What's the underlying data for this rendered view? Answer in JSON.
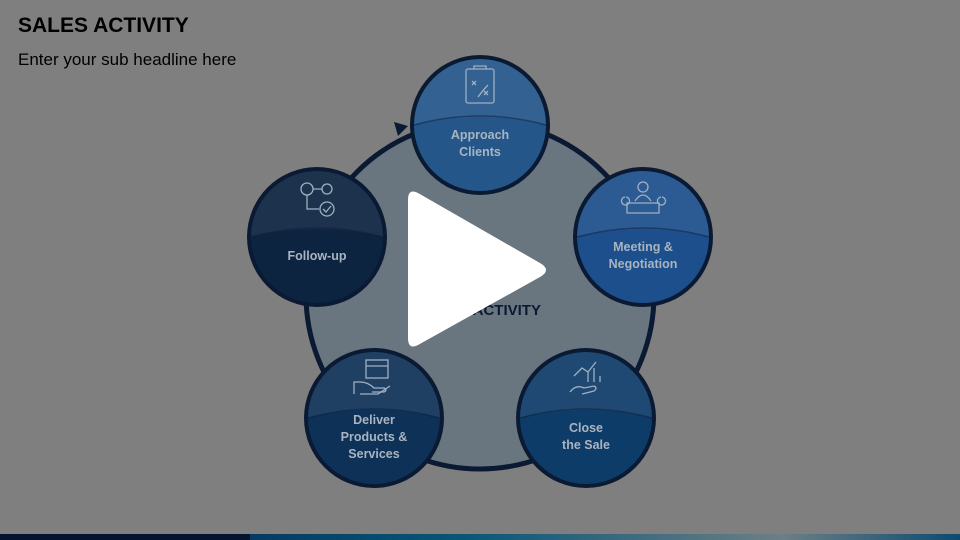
{
  "title": "SALES ACTIVITY",
  "subtitle": "Enter your sub headline here",
  "center_label": "SALES ACTIVITY",
  "steps": [
    {
      "label": [
        "Approach",
        "Clients"
      ],
      "icon": "clipboard-strategy-icon",
      "color": "#24568a"
    },
    {
      "label": [
        "Meeting &",
        "Negotiation"
      ],
      "icon": "meeting-icon",
      "color": "#1c4f8c"
    },
    {
      "label": [
        "Close",
        "the Sale"
      ],
      "icon": "hand-growth-chart-icon",
      "color": "#0e3c68"
    },
    {
      "label": [
        "Deliver",
        "Products &",
        "Services"
      ],
      "icon": "hand-box-icon",
      "color": "#0e3158"
    },
    {
      "label": [
        "Follow-up"
      ],
      "icon": "gears-check-icon",
      "color": "#0c2440"
    }
  ],
  "overlay": {
    "icon": "play-icon"
  }
}
